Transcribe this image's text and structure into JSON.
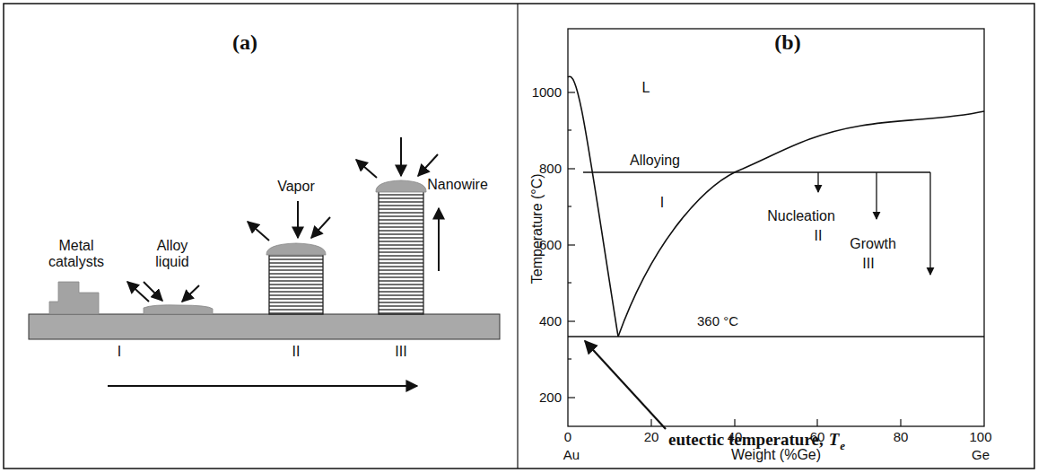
{
  "diagram": {
    "labels": [
      "(a)",
      "Metal catalysts",
      "Alloy liquid",
      "Vapor",
      "Nanowire",
      "I",
      "II",
      "III",
      "(b)",
      "1000",
      "800",
      "600",
      "400",
      "200",
      "Temperature (°C)",
      "0",
      "20",
      "40",
      "60",
      "80",
      "100",
      "Au",
      "Weight (%Ge)",
      "Ge",
      "L",
      "Alloying",
      "I",
      "Nucleation",
      "II",
      "Growth",
      "III",
      "360 °C",
      "eutectic temperature,",
      "T",
      "e"
    ]
  }
}
